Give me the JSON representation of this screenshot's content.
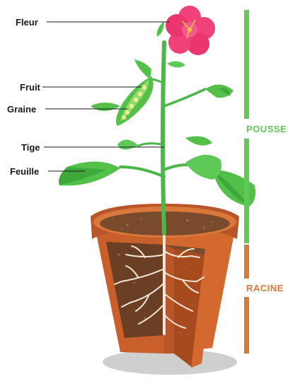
{
  "labels": {
    "flower": "Fleur",
    "fruit": "Fruit",
    "seed": "Graine",
    "stem": "Tige",
    "leaf": "Feuille"
  },
  "sections": {
    "shoot": "POUSSE",
    "root": "RACINE"
  },
  "colors": {
    "shoot": "#5ec956",
    "root": "#d9783a",
    "leaf": "#53c04a",
    "leaf_dark": "#3fa83a",
    "flower": "#f0417a",
    "pot": "#c9602b",
    "pot_dark": "#a74a1e",
    "soil": "#7a4a2c",
    "soil_light": "#9a6542",
    "root_lines": "#f4e6d6",
    "label_text": "#1a1a1a"
  }
}
